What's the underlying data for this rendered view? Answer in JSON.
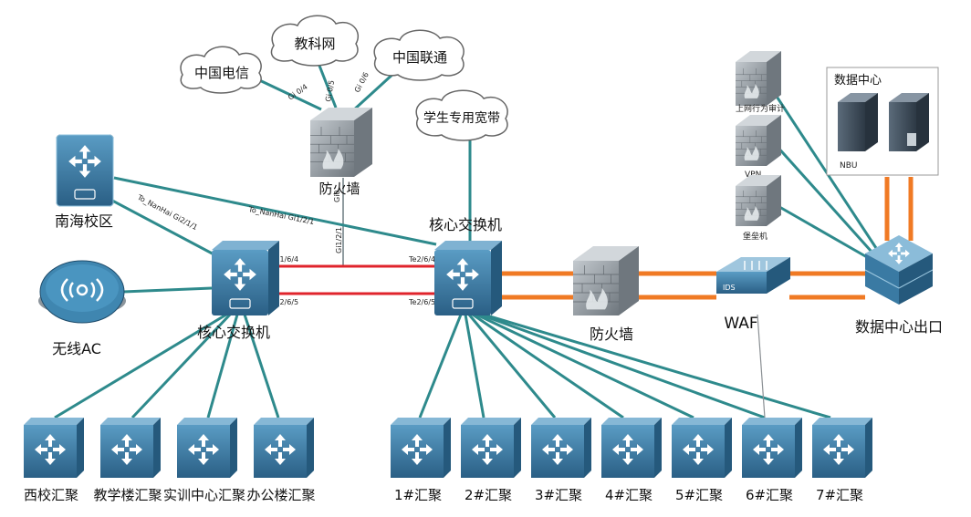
{
  "clouds": {
    "telecom": "中国电信",
    "cernet": "教科网",
    "unicom": "中国联通",
    "student_broadband": "学生专用宽带"
  },
  "devices": {
    "nanhai_campus": "南海校区",
    "wireless_ac": "无线AC",
    "core_switch_left": "核心交换机",
    "core_switch_right": "核心交换机",
    "firewall_top": "防火墙",
    "firewall_mid": "防火墙",
    "waf": "WAF",
    "dc_exit": "数据中心出口",
    "behavior_audit": "上网行为审计",
    "vpn": "VPN",
    "bastion": "堡垒机",
    "ids": "IDS",
    "data_center": "数据中心",
    "nbu": "NBU"
  },
  "ports": {
    "gi04": "Gi 0/4",
    "gi05": "Gi 0/5",
    "gi06": "Gi 0/6",
    "gi0": "Gi0",
    "gi1_2_1": "Gi1/2/1",
    "to_nanhai_1": "To_NanHai Gi1/2/1",
    "to_nanhai_2": "To_NanHai Gi2/1/1",
    "te164": "Te1/6/4",
    "te165": "Te2/6/5",
    "te264": "Te2/6/4",
    "te265": "Te2/6/5"
  },
  "aggregations_left": [
    "西校汇聚",
    "教学楼汇聚",
    "实训中心汇聚",
    "办公楼汇聚"
  ],
  "aggregations_right": [
    "1#汇聚",
    "2#汇聚",
    "3#汇聚",
    "4#汇聚",
    "5#汇聚",
    "6#汇聚",
    "7#汇聚"
  ],
  "colors": {
    "teal_link": "#2e8a8c",
    "orange_link": "#f07a24",
    "red_link": "#e0242c",
    "device_blue": "#3d7fa8",
    "device_dark": "#2b5f82",
    "firewall_grey": "#8a9299"
  }
}
